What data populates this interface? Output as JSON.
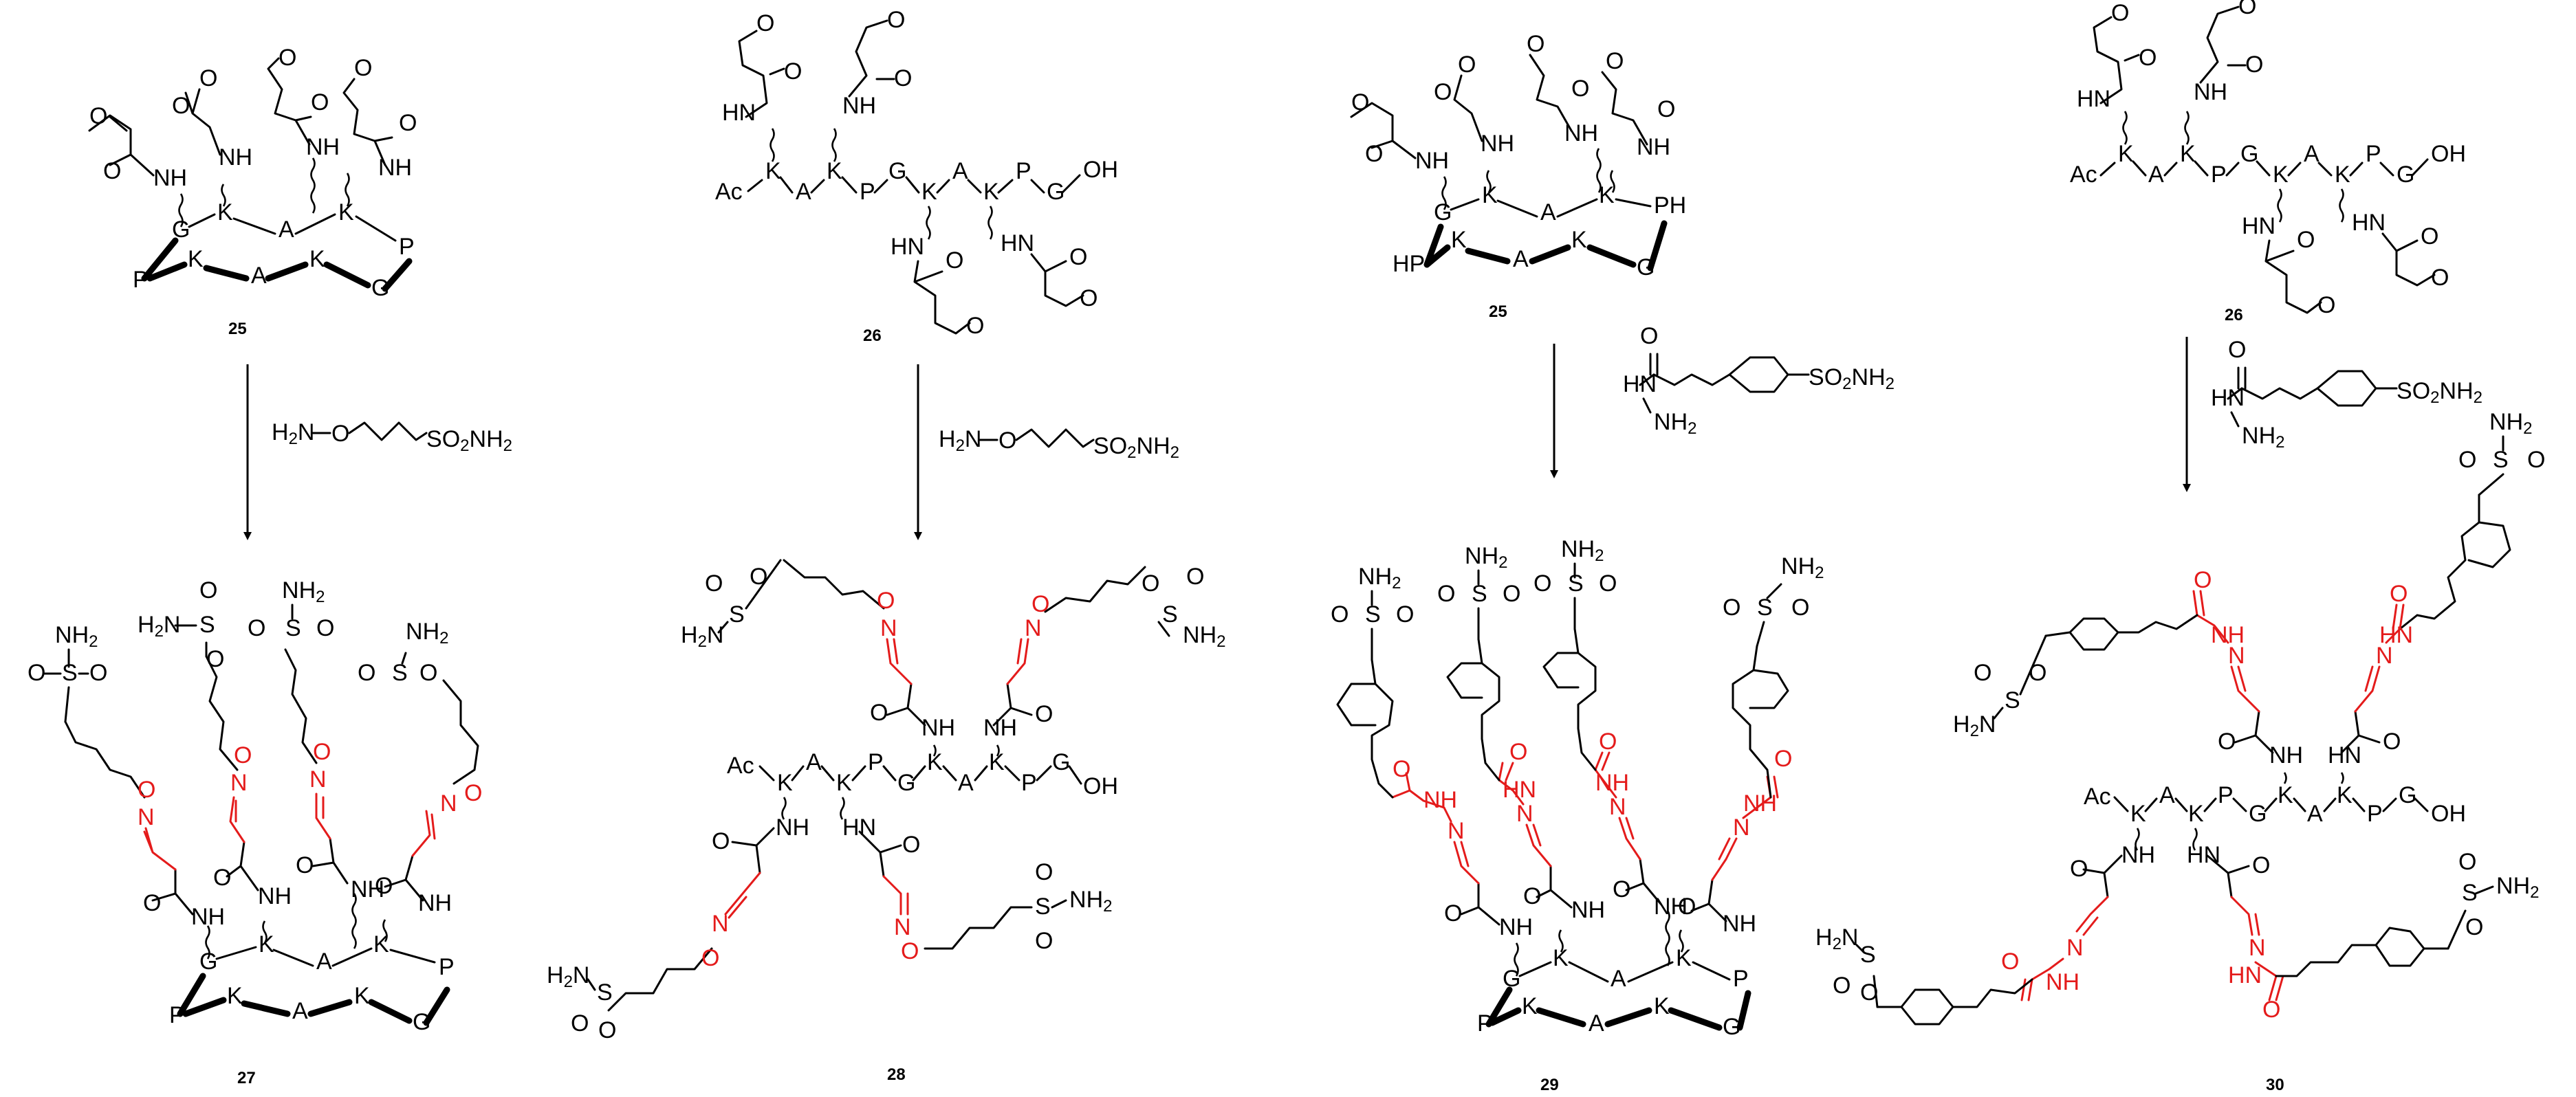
{
  "compounds": {
    "c25a": "25",
    "c26a": "26",
    "c25b": "25",
    "c26b": "26",
    "c27": "27",
    "c28": "28",
    "c29": "29",
    "c30": "30"
  },
  "reagents": {
    "aminooxy": {
      "h2n": "H2N",
      "o": "O",
      "so2nh2": "SO2NH2"
    },
    "hydrazide": {
      "o": "O",
      "hn": "HN",
      "nh2": "NH2",
      "so2nh2": "SO2NH2"
    }
  },
  "atoms": {
    "K": "K",
    "A": "A",
    "P": "P",
    "G": "G",
    "Ac": "Ac",
    "OH": "OH",
    "NH": "NH",
    "HN": "HN",
    "O": "O",
    "N": "N",
    "S": "S",
    "NH2": "NH2",
    "H2N": "H2N",
    "PH": "PH",
    "HP": "HP"
  },
  "colors": {
    "linker": "#e41b1b",
    "bond": "#000000"
  }
}
